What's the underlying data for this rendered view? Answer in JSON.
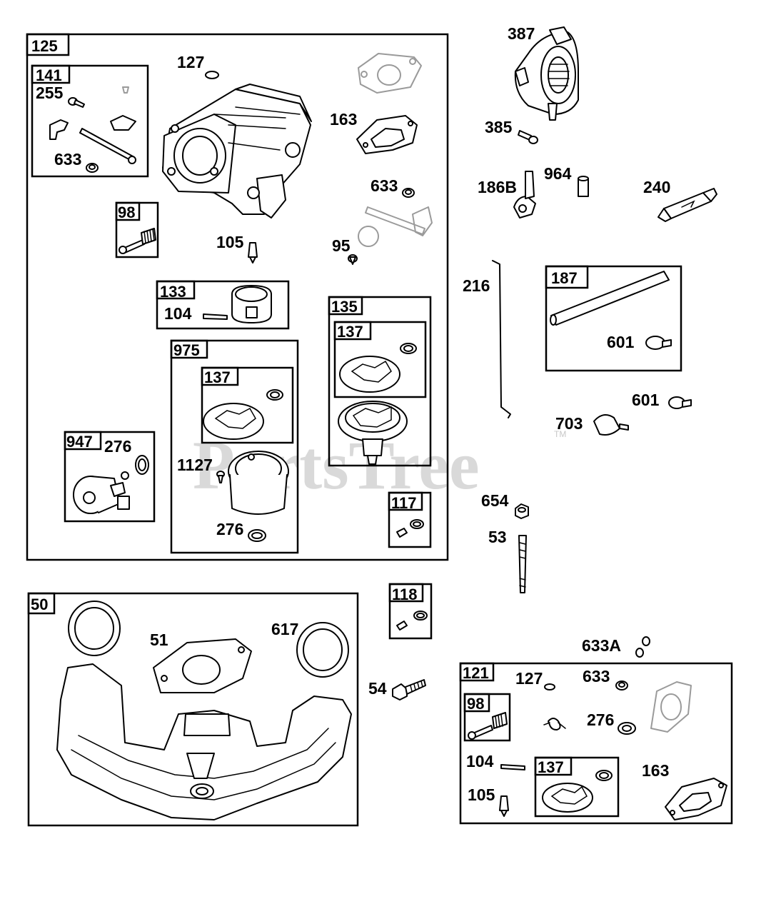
{
  "watermark": {
    "text": "PartsTree",
    "trademark": "TM"
  },
  "groups": {
    "g125": "125",
    "g141": "141",
    "g98a": "98",
    "g133": "133",
    "g135": "135",
    "g137a": "137",
    "g975": "975",
    "g137b": "137",
    "g947": "947",
    "g117": "117",
    "g187": "187",
    "g118": "118",
    "g50": "50",
    "g121": "121",
    "g98b": "98",
    "g137c": "137"
  },
  "parts": {
    "p127a": "127",
    "p255": "255",
    "p633a": "633",
    "p163a": "163",
    "p633b": "633",
    "p105a": "105",
    "p95": "95",
    "p104a": "104",
    "p276a": "276",
    "p1127": "1127",
    "p276b": "276",
    "p387": "387",
    "p385": "385",
    "p186b": "186B",
    "p964": "964",
    "p240": "240",
    "p216": "216",
    "p601a": "601",
    "p601b": "601",
    "p703": "703",
    "p654": "654",
    "p53": "53",
    "p51": "51",
    "p617": "617",
    "p54": "54",
    "p633A": "633A",
    "p127b": "127",
    "p633c": "633",
    "p276c": "276",
    "p104b": "104",
    "p105b": "105",
    "p163b": "163"
  }
}
